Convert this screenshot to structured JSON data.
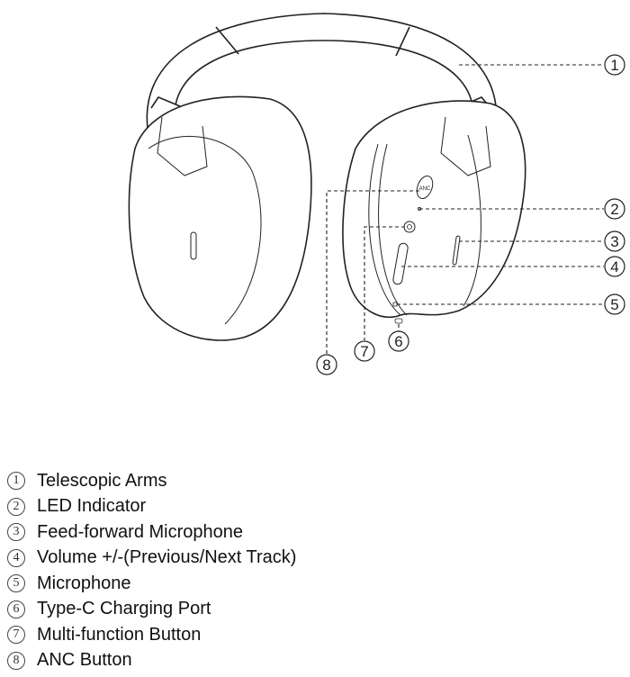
{
  "figure": {
    "button_text": "ANC",
    "callouts": [
      "1",
      "2",
      "3",
      "4",
      "5",
      "6",
      "7",
      "8"
    ]
  },
  "legend": [
    {
      "num": "1",
      "label": "Telescopic Arms"
    },
    {
      "num": "2",
      "label": "LED Indicator"
    },
    {
      "num": "3",
      "label": "Feed-forward Microphone"
    },
    {
      "num": "4",
      "label": "Volume +/-(Previous/Next Track)"
    },
    {
      "num": "5",
      "label": "Microphone"
    },
    {
      "num": "6",
      "label": "Type-C Charging Port"
    },
    {
      "num": "7",
      "label": "Multi-function Button"
    },
    {
      "num": "8",
      "label": "ANC Button"
    }
  ]
}
